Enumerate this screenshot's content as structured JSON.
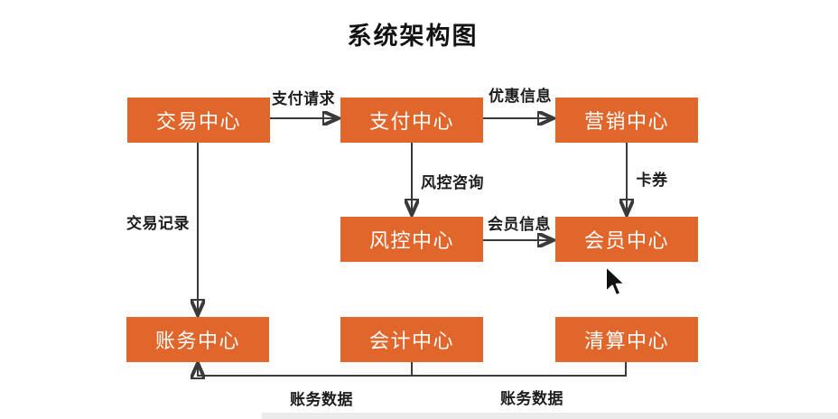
{
  "title": "系统架构图",
  "diagram": {
    "nodes": [
      {
        "id": "trade-center",
        "label": "交易中心"
      },
      {
        "id": "payment-center",
        "label": "支付中心"
      },
      {
        "id": "marketing-center",
        "label": "营销中心"
      },
      {
        "id": "risk-center",
        "label": "风控中心"
      },
      {
        "id": "member-center",
        "label": "会员中心"
      },
      {
        "id": "ledger-center",
        "label": "账务中心"
      },
      {
        "id": "bookkeeping-center",
        "label": "会计中心"
      },
      {
        "id": "clearing-center",
        "label": "清算中心"
      }
    ],
    "edges": [
      {
        "from": "交易中心",
        "to": "支付中心",
        "label": "支付请求"
      },
      {
        "from": "支付中心",
        "to": "营销中心",
        "label": "优惠信息"
      },
      {
        "from": "支付中心",
        "to": "风控中心",
        "label": "风控咨询"
      },
      {
        "from": "营销中心",
        "to": "会员中心",
        "label": "卡券"
      },
      {
        "from": "风控中心",
        "to": "会员中心",
        "label": "会员信息"
      },
      {
        "from": "交易中心",
        "to": "账务中心",
        "label": "交易记录"
      },
      {
        "from": "会计中心",
        "to": "账务中心",
        "label": "账务数据"
      },
      {
        "from": "清算中心",
        "to": "账务中心",
        "label": "账务数据"
      }
    ]
  },
  "cursor": {
    "visible": true,
    "style": "arrow-pointer"
  },
  "colors": {
    "background": "#FFFFFF",
    "node_fill": "#E1662C",
    "node_text": "#FFFFFF",
    "connector": "#3A3A3A",
    "label_text": "#1C1C1C",
    "bottom_strip": "#EBEBEB"
  }
}
